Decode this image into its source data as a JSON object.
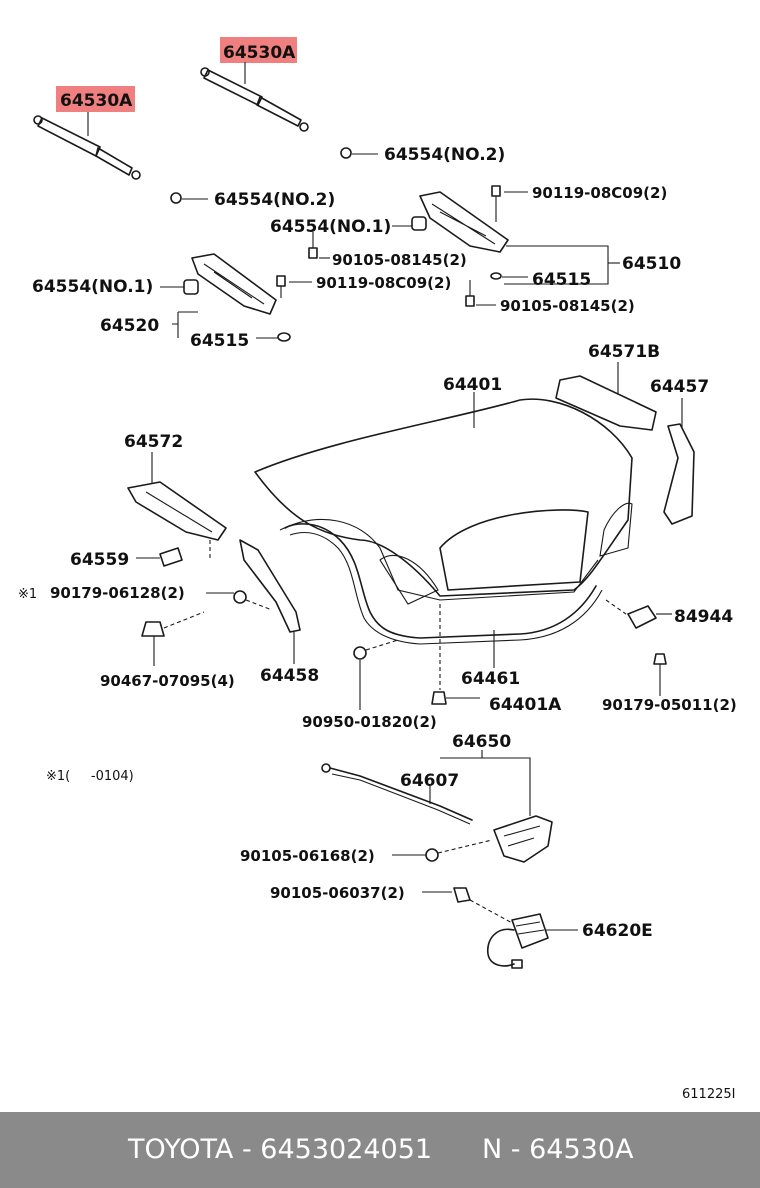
{
  "diagram": {
    "labels": {
      "p64530a_1": "64530A",
      "p64530a_2": "64530A",
      "p64554_no2_a": "64554(NO.2)",
      "p64554_no2_b": "64554(NO.2)",
      "p90119_r": "90119-08C09(2)",
      "p64554_no1_r": "64554(NO.1)",
      "p90105_08145_a": "90105-08145(2)",
      "p64515_r": "64515",
      "p64510": "64510",
      "p64554_no1_l": "64554(NO.1)",
      "p90119_l": "90119-08C09(2)",
      "p90105_08145_b": "90105-08145(2)",
      "p64520": "64520",
      "p64515_l": "64515",
      "p64571b": "64571B",
      "p64401": "64401",
      "p64457": "64457",
      "p64572": "64572",
      "p64559": "64559",
      "note_mark": "※1",
      "p90179_06128": "90179-06128(2)",
      "p84944": "84944",
      "p90467": "90467-07095(4)",
      "p64458": "64458",
      "p64461": "64461",
      "p64401a": "64401A",
      "p90950": "90950-01820(2)",
      "p90179_05011": "90179-05011(2)",
      "p64650": "64650",
      "note_range": "※1(     -0104)",
      "p64607": "64607",
      "p90105_06168": "90105-06168(2)",
      "p90105_06037": "90105-06037(2)",
      "p64620e": "64620E",
      "code": "611225I"
    },
    "highlight_color": "#f08080"
  },
  "footer": {
    "brand_part": "TOYOTA - 6453024051",
    "ref": "N - 64530A",
    "background": "#8a8a8a"
  }
}
